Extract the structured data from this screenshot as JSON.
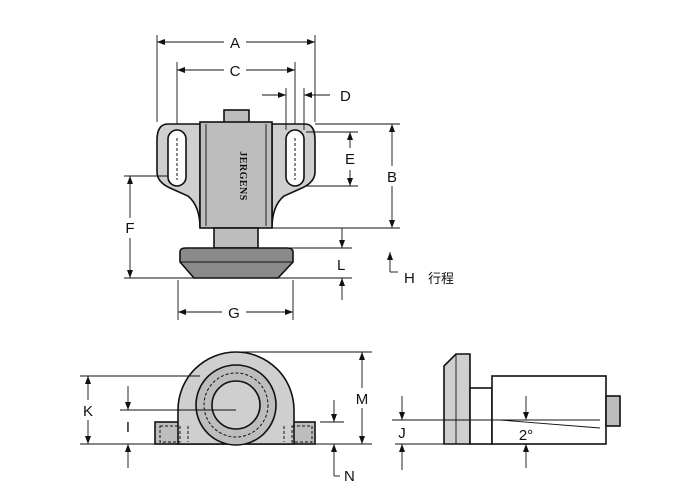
{
  "labels": {
    "A": "A",
    "B": "B",
    "C": "C",
    "D": "D",
    "E": "E",
    "F": "F",
    "G": "G",
    "H": "H",
    "H_note": "行程",
    "I": "I",
    "J": "J",
    "K": "K",
    "L": "L",
    "M": "M",
    "N": "N",
    "angle": "2°"
  },
  "brand_text": "JERGENS"
}
